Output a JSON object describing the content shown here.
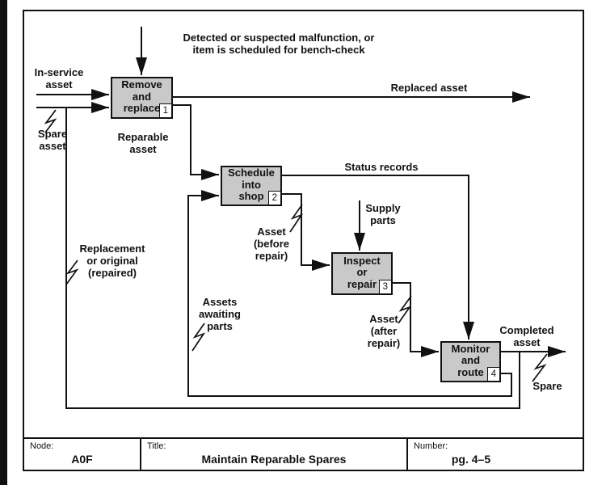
{
  "colors": {
    "box_fill": "#c9c9c9",
    "line": "#111111",
    "background": "#ffffff",
    "left_strip": "#101010"
  },
  "diagram": {
    "boxes": [
      {
        "label": "Remove\nand\nreplace",
        "number": "1"
      },
      {
        "label": "Schedule\ninto\nshop",
        "number": "2"
      },
      {
        "label": "Inspect\nor\nrepair",
        "number": "3"
      },
      {
        "label": "Monitor\nand\nroute",
        "number": "4"
      }
    ],
    "labels": {
      "malfunction_note": "Detected or suspected malfunction, or\nitem is scheduled for bench-check",
      "in_service_asset": "In-service\nasset",
      "spare_asset": "Spare\nasset",
      "replaced_asset": "Replaced asset",
      "reparable_asset": "Reparable\nasset",
      "status_records": "Status records",
      "asset_before_repair": "Asset\n(before\nrepair)",
      "supply_parts": "Supply\nparts",
      "assets_awaiting_parts": "Assets\nawaiting\nparts",
      "asset_after_repair": "Asset\n(after\nrepair)",
      "replacement_or_original": "Replacement\nor original\n(repaired)",
      "completed_asset": "Completed\nasset",
      "spare_output": "Spare"
    }
  },
  "footer": {
    "node_label": "Node:",
    "node_value": "A0F",
    "title_label": "Title:",
    "title_value": "Maintain Reparable Spares",
    "number_label": "Number:",
    "number_value": "pg. 4–5"
  }
}
